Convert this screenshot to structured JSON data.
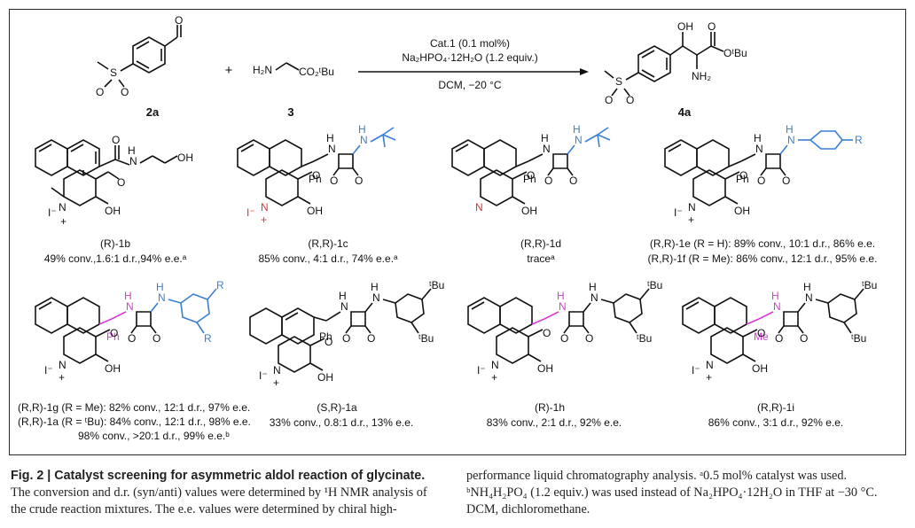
{
  "scheme": {
    "reactant1_label": "2a",
    "plus": "+",
    "reactant2_label": "3",
    "reactant2_formula": "H₂N⁠—CO₂ᵗBu",
    "conditions_line1": "Cat.1 (0.1 mol%)",
    "conditions_line2": "Na₂HPO₄·12H₂O (1.2 equiv.)",
    "conditions_line3": "DCM, −20 °C",
    "product_label": "4a"
  },
  "catalysts": [
    {
      "name": "(R)-1b",
      "result": "49% conv.,1.6:1 d.r.,94% e.e.ᵃ"
    },
    {
      "name": "(R,R)-1c",
      "result": "85% conv., 4:1 d.r., 74% e.e.ᵃ"
    },
    {
      "name": "(R,R)-1d",
      "result": "traceᵃ"
    },
    {
      "name": "(R,R)-1e (R = H): 89% conv., 10:1 d.r., 86% e.e.",
      "result": "(R,R)-1f (R = Me): 86% conv., 12:1 d.r., 95% e.e."
    },
    {
      "name": "(R,R)-1g (R = Me): 82% conv., 12:1 d.r., 97% e.e.",
      "result": "(R,R)-1a (R = ᵗBu): 84% conv., 12:1 d.r., 98% e.e.",
      "extra": "98% conv., >20:1 d.r., 99% e.e.ᵇ"
    },
    {
      "name": "(S,R)-1a",
      "result": "33% conv., 0.8:1 d.r., 13% e.e."
    },
    {
      "name": "(R)-1h",
      "result": "83% conv., 2:1 d.r., 92% e.e."
    },
    {
      "name": "(R,R)-1i",
      "result": "86% conv., 3:1 d.r., 92% e.e."
    }
  ],
  "caption": {
    "fig_label": "Fig. 2 | Catalyst screening for asymmetric aldol reaction of glycinate.",
    "left_text": " The conversion and d.r. (syn/anti) values were determined by ¹H NMR analysis of the crude reaction mixtures. The e.e. values were determined by chiral high-",
    "right_text": "performance liquid chromatography analysis. ᵃ0.5 mol% catalyst was used. ᵇNH₄H₂PO₄ (1.2 equiv.) was used instead of Na₂HPO₄·12H₂O in THF at −30 °C. DCM, dichloromethane."
  },
  "colors": {
    "highlight_blue": "#3a7fd5",
    "highlight_red": "#e03030",
    "highlight_magenta": "#d83ad8"
  }
}
